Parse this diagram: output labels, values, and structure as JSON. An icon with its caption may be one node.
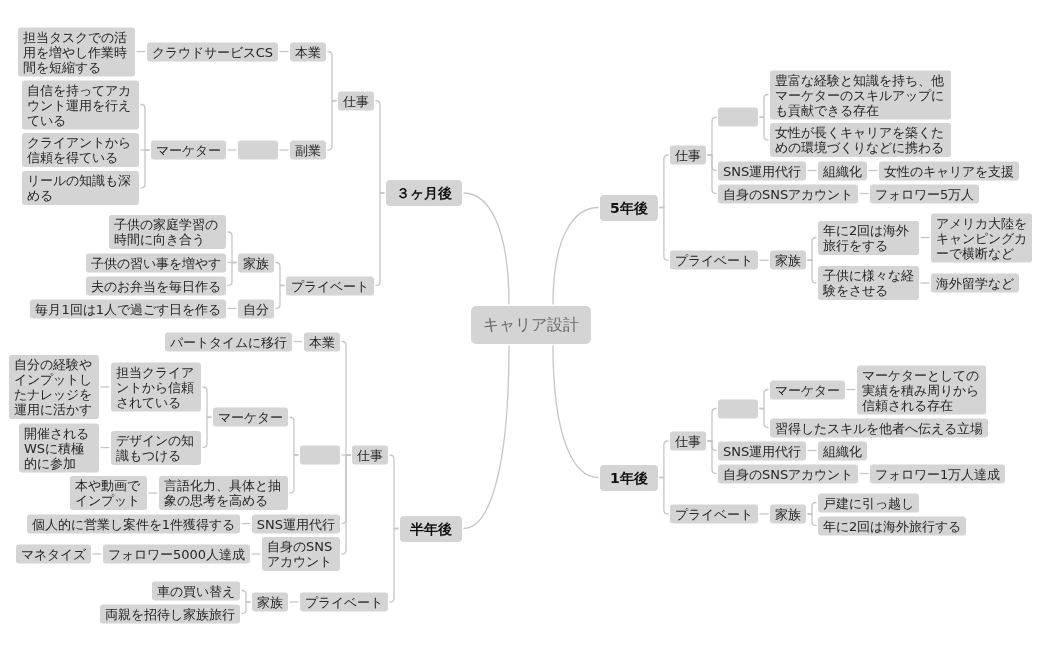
{
  "diagram": {
    "nodes": [
      {
        "text": [
          "キャリア設計"
        ]
      },
      {
        "text": [
          "３ヶ月後"
        ]
      },
      {
        "text": [
          "仕事"
        ]
      },
      {
        "text": [
          "本業"
        ]
      },
      {
        "text": [
          "クラウドサービスCS"
        ]
      },
      {
        "text": [
          "担当タスクでの活用を増やし作業時間を短縮する"
        ]
      },
      {
        "text": [
          "副業"
        ]
      },
      {
        "text": [],
        "shape": "box"
      },
      {
        "text": [
          "マーケター"
        ]
      },
      {
        "text": [
          "自信を持ってアカウント運用を行えている"
        ]
      },
      {
        "text": [
          "クライアントから信頼を得ている"
        ]
      },
      {
        "text": [
          "リールの知識も深める"
        ]
      },
      {
        "text": [
          "プライベート"
        ]
      },
      {
        "text": [
          "家族"
        ]
      },
      {
        "text": [
          "子供の家庭学習の時間に向き合う"
        ]
      },
      {
        "text": [
          "子供の習い事を増やす"
        ]
      },
      {
        "text": [
          "夫のお弁当を毎日作る"
        ]
      },
      {
        "text": [
          "自分"
        ]
      },
      {
        "text": [
          "毎月1回は1人で過ごす日を作る"
        ]
      },
      {
        "text": [
          "半年後"
        ]
      },
      {
        "text": [
          "仕事"
        ]
      },
      {
        "text": [
          "本業"
        ]
      },
      {
        "text": [
          "パートタイムに移行"
        ]
      },
      {
        "text": [],
        "shape": "box"
      },
      {
        "text": [
          "マーケター"
        ]
      },
      {
        "text": [
          "担当クライアントから信頼されている"
        ]
      },
      {
        "text": [
          "自分の経験やインプットしたナレッジを運用に活かす"
        ]
      },
      {
        "text": [
          "デザインの知識もつける"
        ]
      },
      {
        "text": [
          "開催されるWSに積極的に参加"
        ]
      },
      {
        "text": [
          "言語化力、具体と抽象の思考を高める"
        ]
      },
      {
        "text": [
          "本や動画でインプット"
        ]
      },
      {
        "text": [
          "SNS運用代行"
        ]
      },
      {
        "text": [
          "個人的に営業し案件を1件獲得する"
        ]
      },
      {
        "text": [
          "自身のSNSアカウント"
        ]
      },
      {
        "text": [
          "フォロワー5000人達成"
        ]
      },
      {
        "text": [
          "マネタイズ"
        ]
      },
      {
        "text": [
          "プライベート"
        ]
      },
      {
        "text": [
          "家族"
        ]
      },
      {
        "text": [
          "車の買い替え"
        ]
      },
      {
        "text": [
          "両親を招待し家族旅行"
        ]
      },
      {
        "text": [
          "5年後"
        ]
      },
      {
        "text": [
          "仕事"
        ]
      },
      {
        "text": [],
        "shape": "box"
      },
      {
        "text": [
          "豊富な経験と知識を持ち、他マーケターのスキルアップにも貢献できる存在"
        ]
      },
      {
        "text": [
          "女性が長くキャリアを築くための環境づくりなどに携わる"
        ]
      },
      {
        "text": [
          "SNS運用代行"
        ]
      },
      {
        "text": [
          "組織化"
        ]
      },
      {
        "text": [
          "女性のキャリアを支援"
        ]
      },
      {
        "text": [
          "自身のSNSアカウント"
        ]
      },
      {
        "text": [
          "フォロワー5万人"
        ]
      },
      {
        "text": [
          "プライベート"
        ]
      },
      {
        "text": [
          "家族"
        ]
      },
      {
        "text": [
          "年に2回は海外旅行をする"
        ]
      },
      {
        "text": [
          "アメリカ大陸をキャンピングカーで横断など"
        ]
      },
      {
        "text": [
          "子供に様々な経験をさせる"
        ]
      },
      {
        "text": [
          "海外留学など"
        ]
      },
      {
        "text": [
          "1年後"
        ]
      },
      {
        "text": [
          "仕事"
        ]
      },
      {
        "text": [],
        "shape": "box"
      },
      {
        "text": [
          "マーケター"
        ]
      },
      {
        "text": [
          "マーケターとしての実績を積み周りから信頼される存在"
        ]
      },
      {
        "text": [
          "習得したスキルを他者へ伝える立場"
        ]
      },
      {
        "text": [
          "SNS運用代行"
        ]
      },
      {
        "text": [
          "組織化"
        ]
      },
      {
        "text": [
          "自身のSNSアカウント"
        ]
      },
      {
        "text": [
          "フォロワー1万人達成"
        ]
      },
      {
        "text": [
          "プライベート"
        ]
      },
      {
        "text": [
          "家族"
        ]
      },
      {
        "text": [
          "戸建に引っ越し"
        ]
      },
      {
        "text": [
          "年に2回は海外旅行する"
        ]
      }
    ],
    "edges": [
      {
        "from": 0,
        "to": 1,
        "arrow": "none"
      },
      {
        "from": 1,
        "to": 2,
        "arrow": "none"
      },
      {
        "from": 2,
        "to": 3,
        "arrow": "none"
      },
      {
        "from": 3,
        "to": 4,
        "arrow": "none"
      },
      {
        "from": 4,
        "to": 5,
        "arrow": "none"
      },
      {
        "from": 2,
        "to": 6,
        "arrow": "none"
      },
      {
        "from": 6,
        "to": 7,
        "arrow": "none"
      },
      {
        "from": 7,
        "to": 8,
        "arrow": "none"
      },
      {
        "from": 8,
        "to": 9,
        "arrow": "none"
      },
      {
        "from": 8,
        "to": 10,
        "arrow": "none"
      },
      {
        "from": 8,
        "to": 11,
        "arrow": "none"
      },
      {
        "from": 1,
        "to": 12,
        "arrow": "none"
      },
      {
        "from": 12,
        "to": 13,
        "arrow": "none"
      },
      {
        "from": 13,
        "to": 14,
        "arrow": "none"
      },
      {
        "from": 13,
        "to": 15,
        "arrow": "none"
      },
      {
        "from": 13,
        "to": 16,
        "arrow": "none"
      },
      {
        "from": 12,
        "to": 17,
        "arrow": "none"
      },
      {
        "from": 17,
        "to": 18,
        "arrow": "none"
      },
      {
        "from": 0,
        "to": 19,
        "arrow": "none"
      },
      {
        "from": 19,
        "to": 20,
        "arrow": "none"
      },
      {
        "from": 20,
        "to": 21,
        "arrow": "none"
      },
      {
        "from": 21,
        "to": 22,
        "arrow": "none"
      },
      {
        "from": 20,
        "to": 23,
        "arrow": "none"
      },
      {
        "from": 23,
        "to": 24,
        "arrow": "none"
      },
      {
        "from": 24,
        "to": 25,
        "arrow": "none"
      },
      {
        "from": 25,
        "to": 26,
        "arrow": "none"
      },
      {
        "from": 24,
        "to": 27,
        "arrow": "none"
      },
      {
        "from": 27,
        "to": 28,
        "arrow": "none"
      },
      {
        "from": 23,
        "to": 29,
        "arrow": "none"
      },
      {
        "from": 29,
        "to": 30,
        "arrow": "none"
      },
      {
        "from": 20,
        "to": 31,
        "arrow": "none"
      },
      {
        "from": 31,
        "to": 32,
        "arrow": "none"
      },
      {
        "from": 20,
        "to": 33,
        "arrow": "none"
      },
      {
        "from": 33,
        "to": 34,
        "arrow": "none"
      },
      {
        "from": 34,
        "to": 35,
        "arrow": "none"
      },
      {
        "from": 19,
        "to": 36,
        "arrow": "none"
      },
      {
        "from": 36,
        "to": 37,
        "arrow": "none"
      },
      {
        "from": 37,
        "to": 38,
        "arrow": "none"
      },
      {
        "from": 37,
        "to": 39,
        "arrow": "none"
      },
      {
        "from": 0,
        "to": 40,
        "arrow": "none"
      },
      {
        "from": 40,
        "to": 41,
        "arrow": "none"
      },
      {
        "from": 41,
        "to": 42,
        "arrow": "none"
      },
      {
        "from": 42,
        "to": 43,
        "arrow": "none"
      },
      {
        "from": 42,
        "to": 44,
        "arrow": "none"
      },
      {
        "from": 41,
        "to": 45,
        "arrow": "none"
      },
      {
        "from": 45,
        "to": 46,
        "arrow": "none"
      },
      {
        "from": 46,
        "to": 47,
        "arrow": "none"
      },
      {
        "from": 41,
        "to": 48,
        "arrow": "none"
      },
      {
        "from": 48,
        "to": 49,
        "arrow": "none"
      },
      {
        "from": 40,
        "to": 50,
        "arrow": "none"
      },
      {
        "from": 50,
        "to": 51,
        "arrow": "none"
      },
      {
        "from": 51,
        "to": 52,
        "arrow": "none"
      },
      {
        "from": 52,
        "to": 53,
        "arrow": "none"
      },
      {
        "from": 51,
        "to": 54,
        "arrow": "none"
      },
      {
        "from": 54,
        "to": 55,
        "arrow": "none"
      },
      {
        "from": 0,
        "to": 56,
        "arrow": "none"
      },
      {
        "from": 56,
        "to": 57,
        "arrow": "none"
      },
      {
        "from": 57,
        "to": 58,
        "arrow": "none"
      },
      {
        "from": 58,
        "to": 59,
        "arrow": "none"
      },
      {
        "from": 59,
        "to": 60,
        "arrow": "none"
      },
      {
        "from": 58,
        "to": 61,
        "arrow": "none"
      },
      {
        "from": 57,
        "to": 62,
        "arrow": "none"
      },
      {
        "from": 62,
        "to": 63,
        "arrow": "none"
      },
      {
        "from": 57,
        "to": 64,
        "arrow": "none"
      },
      {
        "from": 64,
        "to": 65,
        "arrow": "none"
      },
      {
        "from": 56,
        "to": 66,
        "arrow": "none"
      },
      {
        "from": 66,
        "to": 67,
        "arrow": "none"
      },
      {
        "from": 67,
        "to": 68,
        "arrow": "none"
      },
      {
        "from": 67,
        "to": 69,
        "arrow": "none"
      }
    ]
  }
}
